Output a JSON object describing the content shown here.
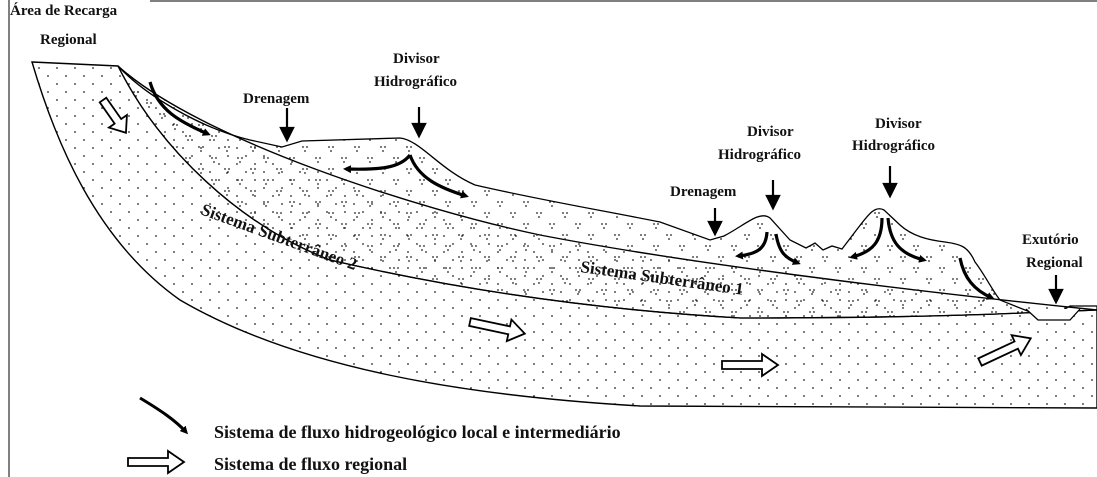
{
  "labels": {
    "recarga_line1": "Área de Recarga",
    "recarga_line2": "Regional",
    "drenagem_1": "Drenagem",
    "divisor_1_line1": "Divisor",
    "divisor_1_line2": "Hidrográfico",
    "divisor_2_line1": "Divisor",
    "divisor_2_line2": "Hidrográfico",
    "divisor_3_line1": "Divisor",
    "divisor_3_line2": "Hidrográfico",
    "drenagem_2": "Drenagem",
    "exutorio_line1": "Exutório",
    "exutorio_line2": "Regional"
  },
  "systems": {
    "sistema_2": "Sistema Subterrâneo 2",
    "sistema_1": "Sistema Subterrâneo 1"
  },
  "legend": {
    "local_flow": "Sistema de fluxo hidrogeológico local e intermediário",
    "regional_flow": "Sistema de fluxo regional"
  }
}
